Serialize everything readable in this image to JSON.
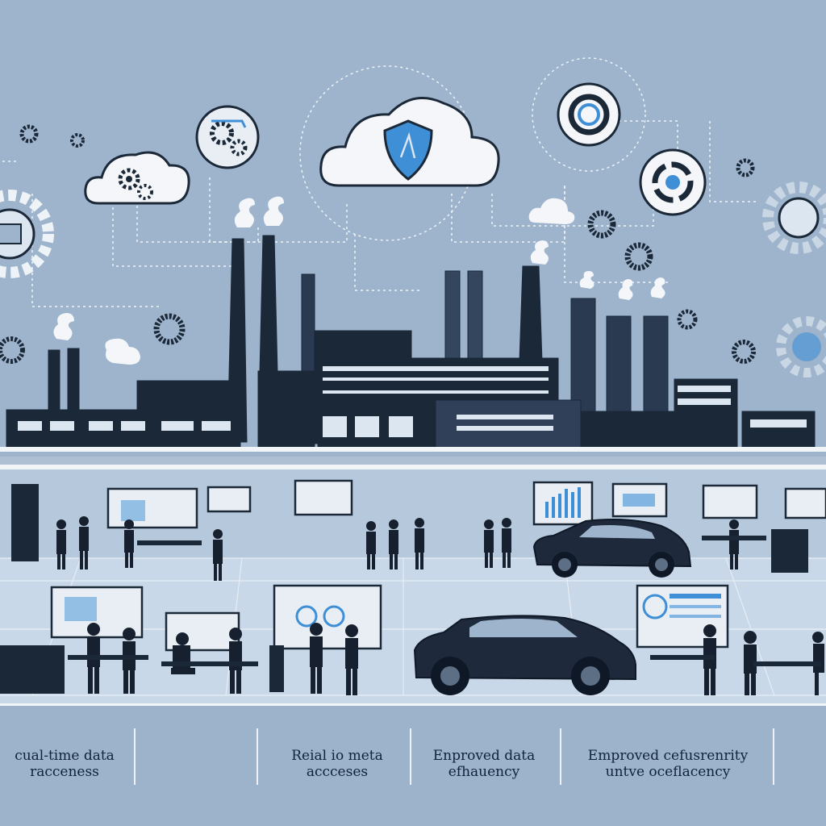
{
  "scene": {
    "palette": {
      "background": "#9db4cc",
      "ink": "#1b2838",
      "accent_blue": "#3f8fd6",
      "panel_light": "#dbe6f1",
      "cloud_white": "#f4f6f9"
    },
    "icons": [
      "cloud-shield-icon",
      "cloud-gears-icon",
      "gear-icon",
      "target-icon",
      "refresh-icon",
      "dashboard-icon",
      "car-icon"
    ]
  },
  "captions": [
    {
      "text": "cual-time data\nracceness"
    },
    {
      "text": "Reial io meta\naccceses"
    },
    {
      "text": "Enproved data\nefhauency"
    },
    {
      "text": "Emproved cefusrenrity\nuntve oceflacency"
    }
  ]
}
